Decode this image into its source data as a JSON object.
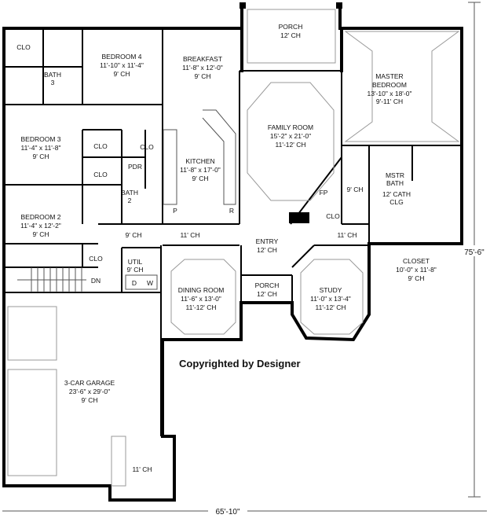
{
  "rooms": {
    "porch_rear": {
      "name": "PORCH",
      "ceiling": "12' CH"
    },
    "bedroom4": {
      "name": "BEDROOM 4",
      "size": "11'-10\" x 11'-4\"",
      "ceiling": "9' CH"
    },
    "breakfast": {
      "name": "BREAKFAST",
      "size": "11'-8\" x 12'-0\"",
      "ceiling": "9' CH"
    },
    "master_bedroom": {
      "name1": "MASTER",
      "name2": "BEDROOM",
      "size": "13'-10\" x 18'-0\"",
      "ceiling": "9'-11' CH"
    },
    "family_room": {
      "name": "FAMILY ROOM",
      "size": "15'-2\" x 21'-0\"",
      "ceiling": "11'-12' CH"
    },
    "bath3": {
      "name": "BATH",
      "num": "3"
    },
    "clo_bath3": "CLO",
    "bedroom3": {
      "name": "BEDROOM 3",
      "size": "11'-4\" x 11'-8\"",
      "ceiling": "9' CH"
    },
    "clo1": "CLO",
    "clo2": "CLO",
    "clo3": "CLO",
    "pdr": "PDR",
    "bath2": {
      "name": "BATH",
      "num": "2"
    },
    "kitchen": {
      "name": "KITCHEN",
      "size": "11'-8\" x 17'-0\"",
      "ceiling": "9' CH"
    },
    "pantry": "P",
    "refrigerator": "R",
    "fireplace": "FP",
    "clo_fp": "CLO",
    "hall_right_top": "9' CH",
    "mstr_bath": {
      "name1": "MSTR",
      "name2": "BATH",
      "clg1": "12' CATH",
      "clg2": "CLG"
    },
    "bedroom2": {
      "name": "BEDROOM 2",
      "size": "11'-4\" x 12'-2\"",
      "ceiling": "9' CH"
    },
    "hall_left": "9' CH",
    "hall_mid": "11' CH",
    "entry": {
      "name": "ENTRY",
      "ceiling": "12' CH"
    },
    "hall_right": "11' CH",
    "closet": {
      "name": "CLOSET",
      "size": "10'-0\" x 11'-8\"",
      "ceiling": "9' CH"
    },
    "clo_stair": "CLO",
    "util": {
      "name": "UTIL",
      "ceiling": "9' CH",
      "dryer": "D",
      "washer": "W"
    },
    "stairs_dn": "DN",
    "dining_room": {
      "name": "DINING ROOM",
      "size": "11'-6\" x 13'-0\"",
      "ceiling": "11'-12' CH"
    },
    "porch_front": {
      "name": "PORCH",
      "ceiling": "12' CH"
    },
    "study": {
      "name": "STUDY",
      "size": "11'-0\" x 13'-4\"",
      "ceiling": "11'-12' CH"
    },
    "garage": {
      "name": "3-CAR GARAGE",
      "size": "23'-6\" x 29'-0\"",
      "ceiling": "9' CH"
    },
    "garage_bay": "11' CH"
  },
  "copyright": "Copyrighted by Designer",
  "dimensions": {
    "width": "65'-10\"",
    "depth": "75'-6\""
  }
}
